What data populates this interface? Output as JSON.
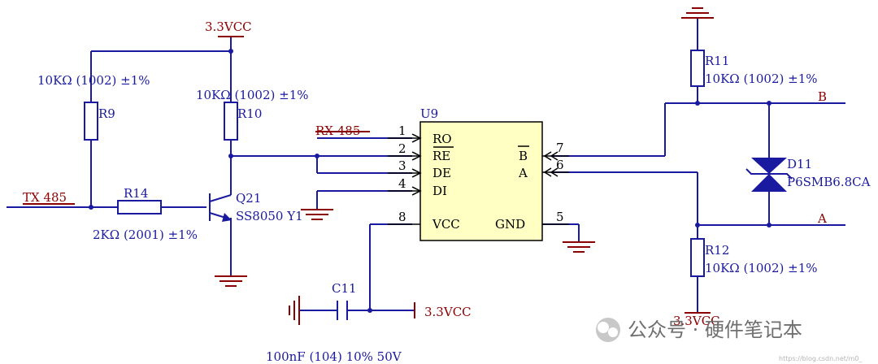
{
  "nets": {
    "vcc_top": "3.3VCC",
    "tx": "TX 485",
    "rx": "RX 485",
    "vcc_cap": "3.3VCC",
    "vcc_bottom": "3.3VCC",
    "b_label": "B",
    "a_label": "A"
  },
  "components": {
    "r9": {
      "ref": "R9",
      "value": "10KΩ (1002) ±1%"
    },
    "r10": {
      "ref": "R10",
      "value": "10KΩ (1002) ±1%"
    },
    "r14": {
      "ref": "R14",
      "value": "2KΩ (2001) ±1%"
    },
    "q21": {
      "ref": "Q21",
      "value": "SS8050 Y1"
    },
    "c11": {
      "ref": "C11",
      "value": "100nF (104) 10% 50V"
    },
    "r11": {
      "ref": "R11",
      "value": "10KΩ (1002) ±1%"
    },
    "r12": {
      "ref": "R12",
      "value": "10KΩ (1002) ±1%"
    },
    "d11": {
      "ref": "D11",
      "value": "P6SMB6.8CA"
    }
  },
  "ic": {
    "ref": "U9",
    "left_pins": [
      {
        "num": "1",
        "name": "RO"
      },
      {
        "num": "2",
        "name": "RE"
      },
      {
        "num": "3",
        "name": "DE"
      },
      {
        "num": "4",
        "name": "DI"
      },
      {
        "num": "8",
        "name": "VCC"
      }
    ],
    "right_pins": [
      {
        "num": "7",
        "name": "B"
      },
      {
        "num": "6",
        "name": "A"
      },
      {
        "num": "5",
        "name": "GND"
      }
    ]
  },
  "watermark": {
    "text": "公众号 · 硬件笔记本",
    "url": "https://blog.csdn.net/m0_"
  },
  "colors": {
    "wire": "#1a1aa0",
    "power": "#8b0000",
    "ic_fill": "#ffffc4",
    "background": "#ffffff"
  }
}
